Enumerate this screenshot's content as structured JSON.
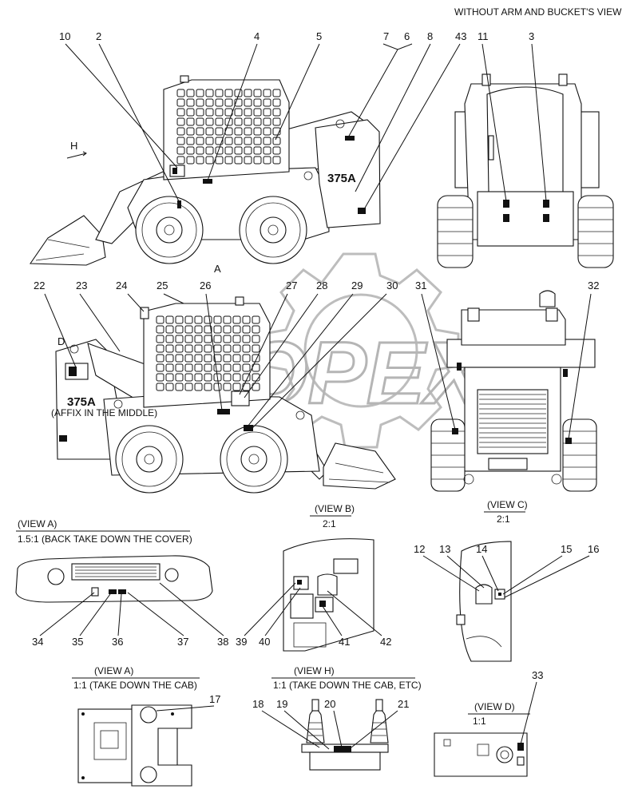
{
  "header": {
    "title": "WITHOUT ARM AND BUCKET'S VIEW"
  },
  "watermark": {
    "text": "OPEX"
  },
  "model": {
    "badge_top": "375A",
    "badge_bottom": "375A",
    "affix_note": "(AFFIX IN THE MIDDLE)"
  },
  "markers": {
    "ha": "H",
    "a": "A",
    "d": "D"
  },
  "views": {
    "view_a_top": {
      "title": "(VIEW A)",
      "scale": "1.5:1 (BACK TAKE DOWN  THE COVER)"
    },
    "view_b": {
      "title": "(VIEW B)",
      "scale": "2:1"
    },
    "view_c": {
      "title": "(VIEW C)",
      "scale": "2:1"
    },
    "view_a_bottom": {
      "title": "(VIEW A)",
      "scale": "1:1  (TAKE DOWN THE CAB)"
    },
    "view_h": {
      "title": "(VIEW H)",
      "scale": "1:1  (TAKE DOWN THE CAB, ETC)"
    },
    "view_d": {
      "title": "(VIEW D)",
      "scale": "1:1"
    }
  },
  "callouts": {
    "c1": "10",
    "c2": "2",
    "c3": "4",
    "c4": "5",
    "c5": "7",
    "c6": "6",
    "c7": "8",
    "c8": "43",
    "c9": "11",
    "c10": "3",
    "c11": "22",
    "c12": "23",
    "c13": "24",
    "c14": "25",
    "c15": "26",
    "c16": "27",
    "c17": "28",
    "c18": "29",
    "c19": "30",
    "c20": "31",
    "c21": "32",
    "c22": "34",
    "c23": "35",
    "c24": "36",
    "c25": "37",
    "c26": "38",
    "c27": "39",
    "c28": "40",
    "c29": "41",
    "c30": "42",
    "c31": "12",
    "c32": "13",
    "c33": "14",
    "c34": "15",
    "c35": "16",
    "c36": "17",
    "c37": "18",
    "c38": "19",
    "c39": "20",
    "c40": "21",
    "c41": "33"
  }
}
